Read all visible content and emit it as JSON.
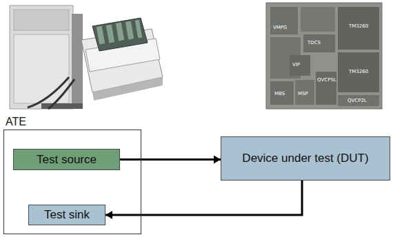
{
  "diagram": {
    "nodes": [
      {
        "text": [
          "ATE"
        ]
      },
      {
        "text": [
          "Test source"
        ],
        "in": 0
      },
      {
        "text": [
          "Device under test (DUT)"
        ]
      },
      {
        "text": [
          "Test sink"
        ],
        "in": 0
      }
    ],
    "edges": [
      {
        "from": 1,
        "to": 2,
        "arrow": "to"
      },
      {
        "from": 2,
        "to": 3,
        "arrow": "to"
      }
    ],
    "labels": [
      "VMPG",
      "TM3260",
      "TDCS",
      "VIP",
      "TM3260",
      "MBS",
      "MSP",
      "QVCP5L",
      "QVCP2L"
    ]
  }
}
